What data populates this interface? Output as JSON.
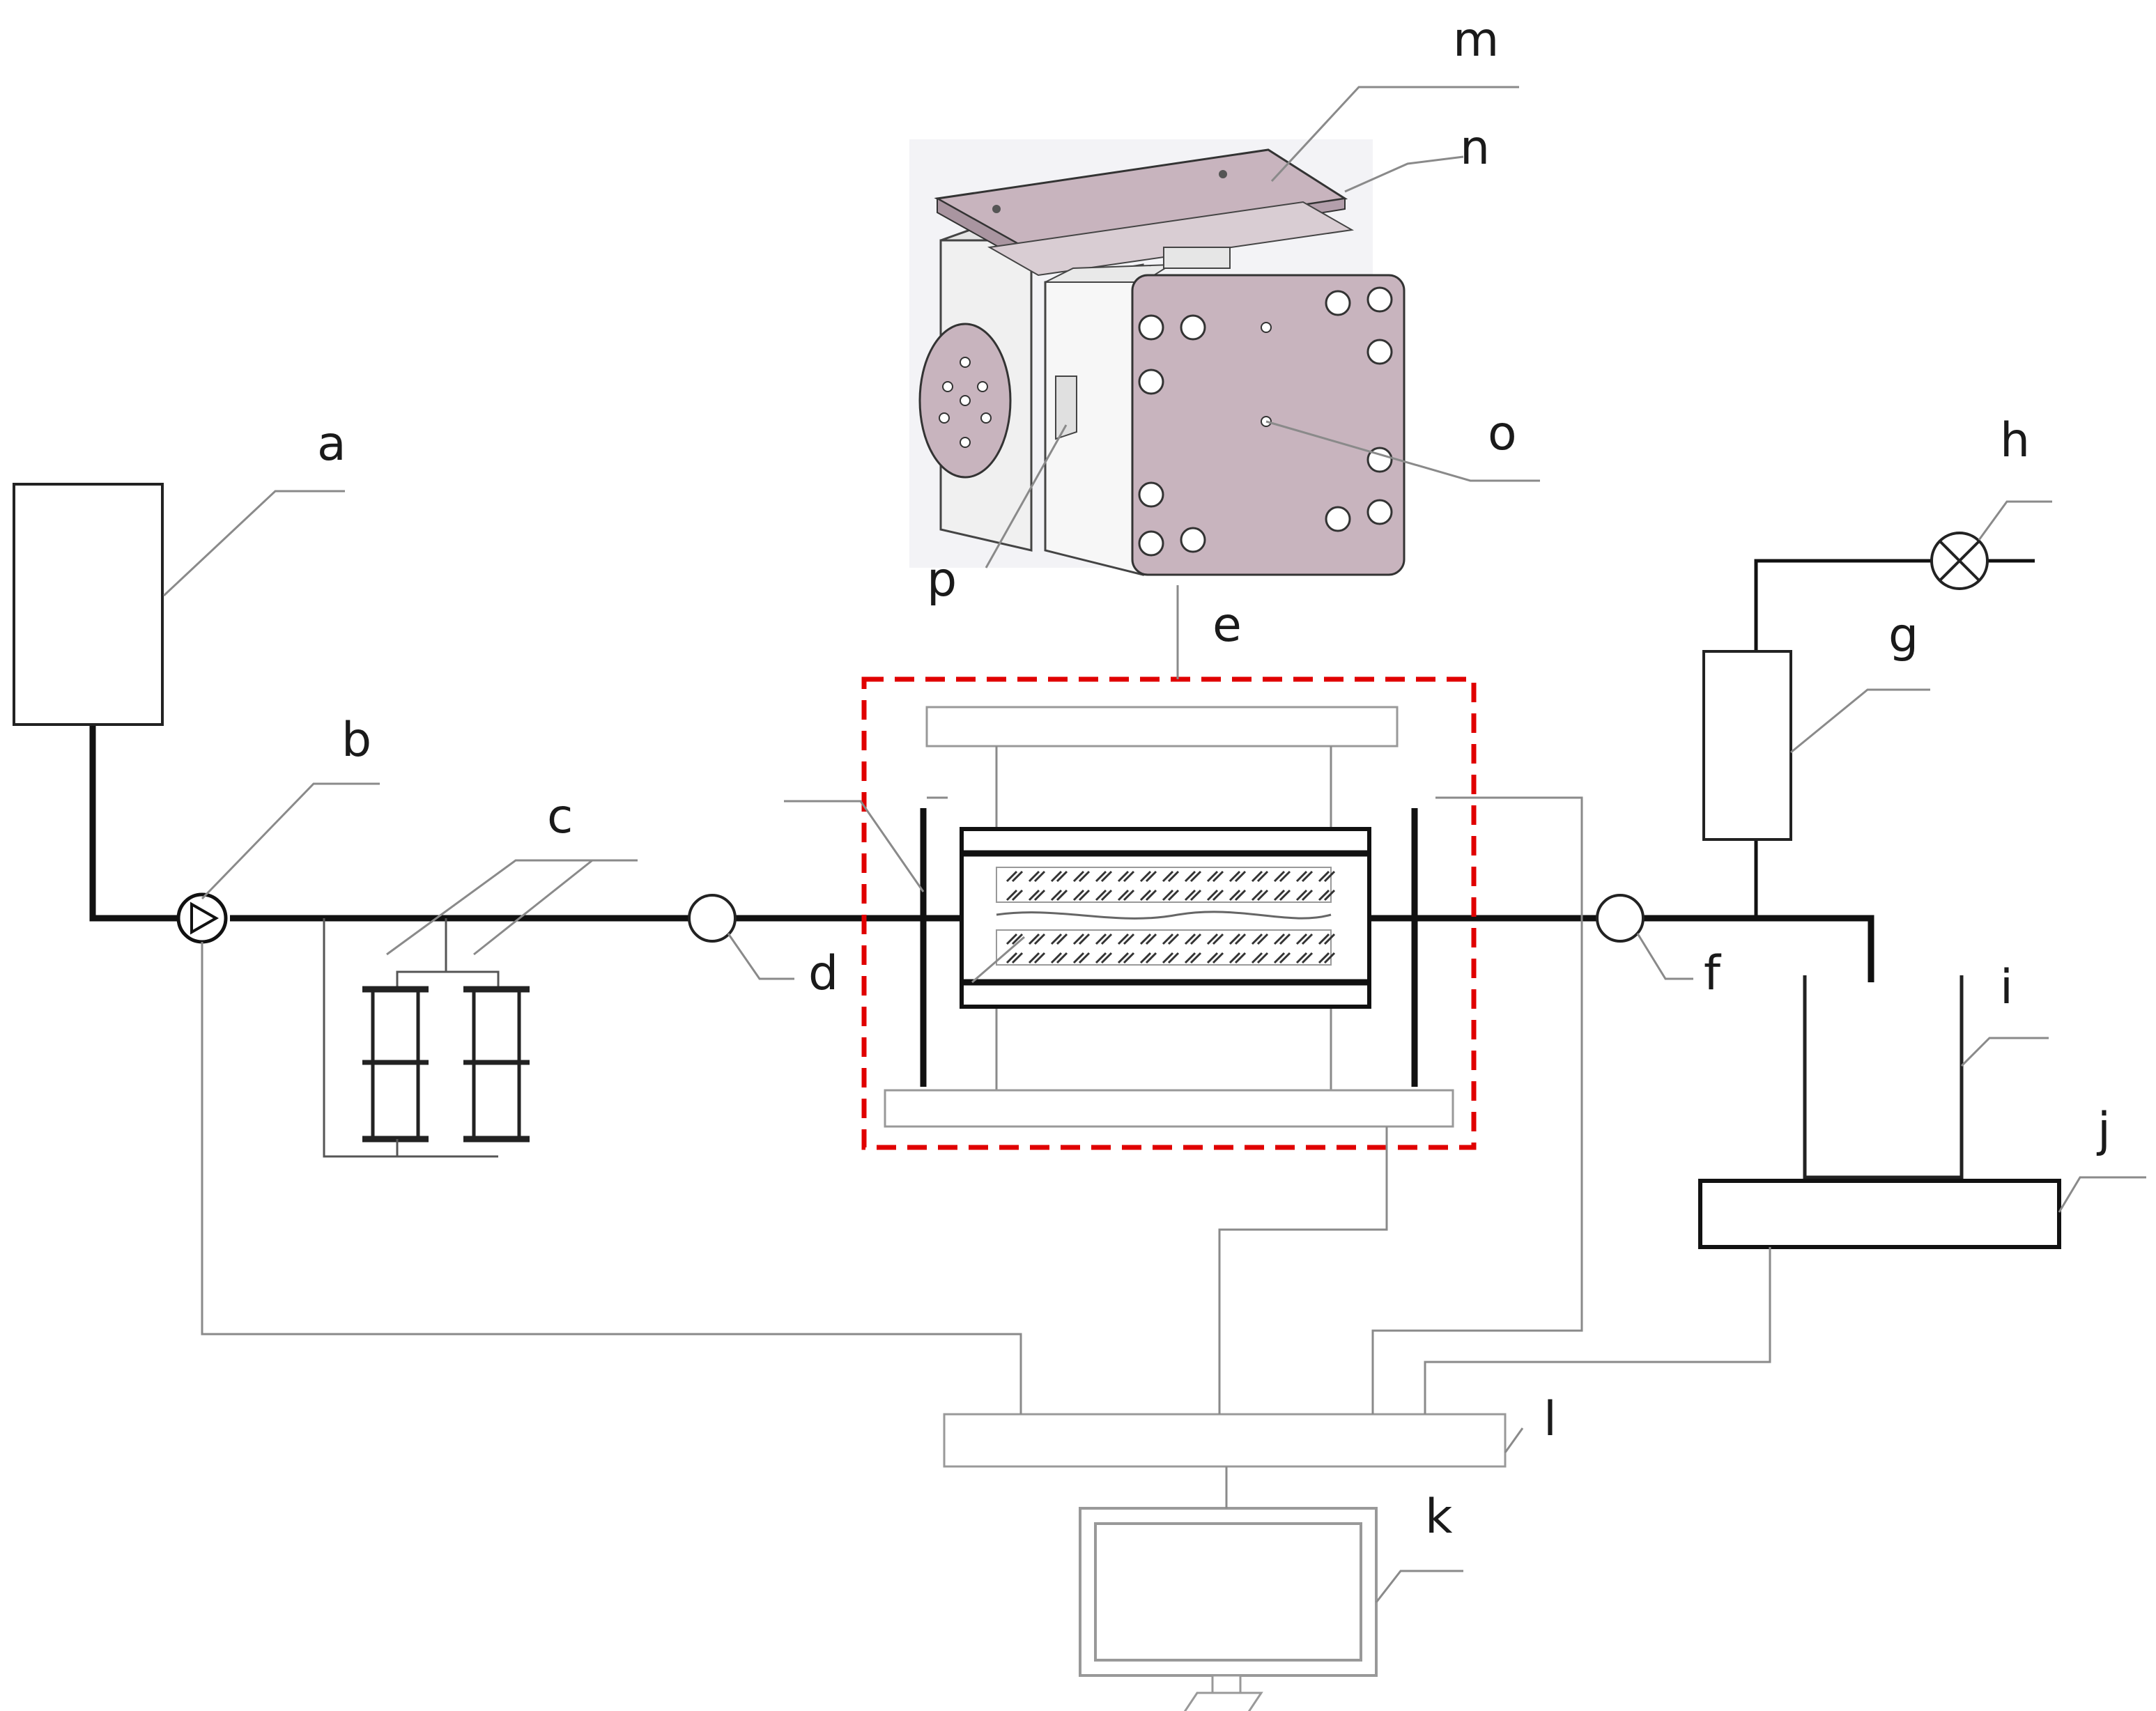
{
  "labels": {
    "a": "a",
    "b": "b",
    "c": "c",
    "d": "d",
    "e": "e",
    "f": "f",
    "g": "g",
    "h": "h",
    "i": "i",
    "j": "j",
    "k": "k",
    "l": "l",
    "m": "m",
    "n": "n",
    "o": "o",
    "p": "p"
  },
  "colors": {
    "dashed_frame": "#e00000",
    "plate_face": "#c8b4be",
    "pipe": "#111111",
    "signal_line": "#8a8a8a"
  }
}
